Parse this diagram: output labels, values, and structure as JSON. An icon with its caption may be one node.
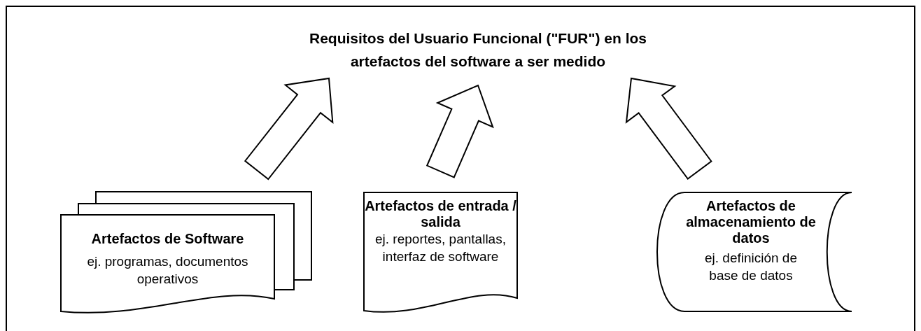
{
  "diagram": {
    "nodes": [
      {
        "text": [
          "Requisitos del Usuario Funcional (\"FUR\") en los artefactos del software a ser medido"
        ]
      },
      {
        "text": [
          "Artefactos de Software",
          "ej. programas, documentos operativos"
        ]
      },
      {
        "text": [
          "Artefactos de entrada / salida",
          "ej. reportes, pantallas, interfaz de software"
        ]
      },
      {
        "text": [
          "Artefactos de almacenamiento de datos",
          "ej. definición de base de datos"
        ]
      }
    ],
    "edges": [
      {
        "from": 1,
        "to": 0,
        "arrow": "to"
      },
      {
        "from": 2,
        "to": 0,
        "arrow": "to"
      },
      {
        "from": 3,
        "to": 0,
        "arrow": "to"
      }
    ]
  }
}
